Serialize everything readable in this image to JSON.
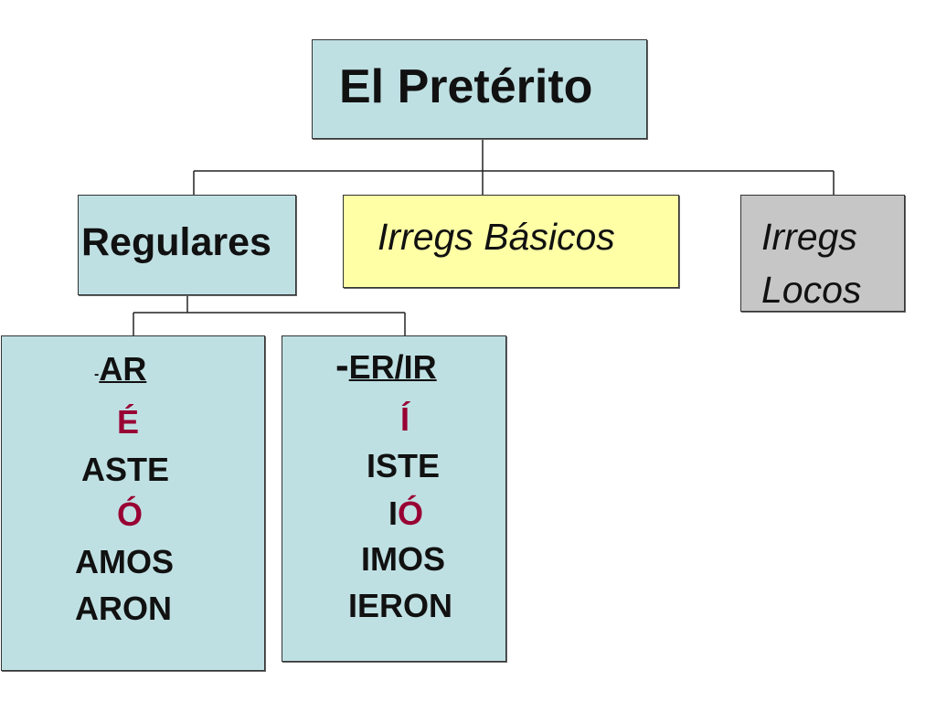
{
  "title": "El Pretérito",
  "categories": {
    "regulares": "Regulares",
    "irregs_basicos": "Irregs Básicos",
    "irregs_locos_line1": "Irregs",
    "irregs_locos_line2": "Locos"
  },
  "ar": {
    "dash": "-",
    "header": "AR",
    "endings": [
      "É",
      "ASTE",
      "Ó",
      "AMOS",
      "ARON"
    ]
  },
  "erir": {
    "dash": "-",
    "header": "ER/IR",
    "e1": "Í",
    "e2": "ISTE",
    "e3_prefix": "I",
    "e3_accent": "Ó",
    "e4": "IMOS",
    "e5": "IERON"
  },
  "colors": {
    "light_blue": "#bfe0e3",
    "yellow": "#ffffa6",
    "gray": "#c6c6c6",
    "accent_red": "#990033"
  }
}
